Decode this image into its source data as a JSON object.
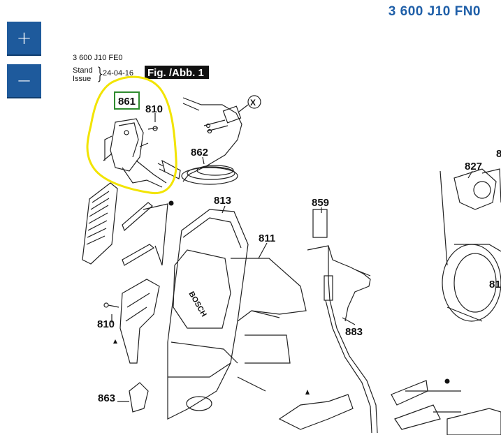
{
  "header": {
    "part_number": "3 600 J10 FN0"
  },
  "zoom": {
    "in_label": "+",
    "out_label": "−"
  },
  "drawing": {
    "model": "3 600 J10 FE0",
    "stand_label": "Stand",
    "issue_label": "Issue",
    "date": "24-04-16",
    "fig_label": "Fig. /Abb. 1",
    "brand": "BOSCH",
    "highlight_color": "#f2e400"
  },
  "parts": {
    "p861": "861",
    "p810a": "810",
    "p810b": "810",
    "p862": "862",
    "p813": "813",
    "p811": "811",
    "p859": "859",
    "p827": "827",
    "p883": "883",
    "p863": "863",
    "p81": "81",
    "p8": "8",
    "x": "X"
  }
}
